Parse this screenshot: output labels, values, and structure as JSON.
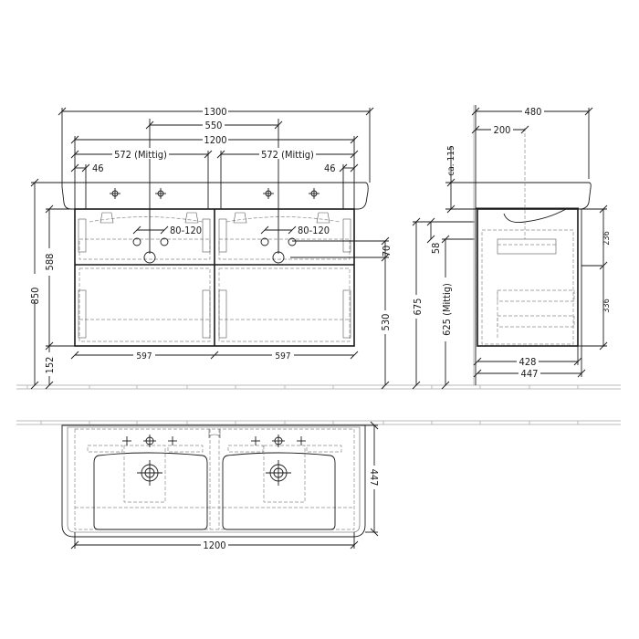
{
  "drawing": {
    "subject": "Double washbasin vanity unit – technical dimension drawing",
    "unit": "mm",
    "colors": {
      "line": "#1a1a1a",
      "hidden": "#8a8a8a",
      "wall": "#b8b8b8",
      "background": "#ffffff"
    }
  },
  "front_view": {
    "dims": {
      "overall_width": "1300",
      "tap_spacing": "550",
      "cabinet_width": "1200",
      "basin_center_left": "572 (Mittig)",
      "basin_center_right": "572 (Mittig)",
      "edge_offset_left": "46",
      "edge_offset_right": "46",
      "drain_offset_left": "80-120",
      "drain_offset_right": "80-120",
      "drain_height_diff": "70",
      "drain_height": "530",
      "total_height": "850",
      "cabinet_height": "588",
      "floor_clearance": "152",
      "door_width_left": "597",
      "door_width_right": "597",
      "top_height": "675",
      "siphon_offset": "58",
      "center_height": "625 (Mittig)"
    }
  },
  "side_view": {
    "dims": {
      "overall_depth": "480",
      "bowl_center": "200",
      "basin_thickness": "ca. 115",
      "drawer_top_height": "236",
      "drawer_bottom_height": "336",
      "cabinet_inner_depth": "428",
      "cabinet_depth": "447"
    }
  },
  "top_view": {
    "dims": {
      "width": "1200",
      "depth": "447"
    }
  }
}
